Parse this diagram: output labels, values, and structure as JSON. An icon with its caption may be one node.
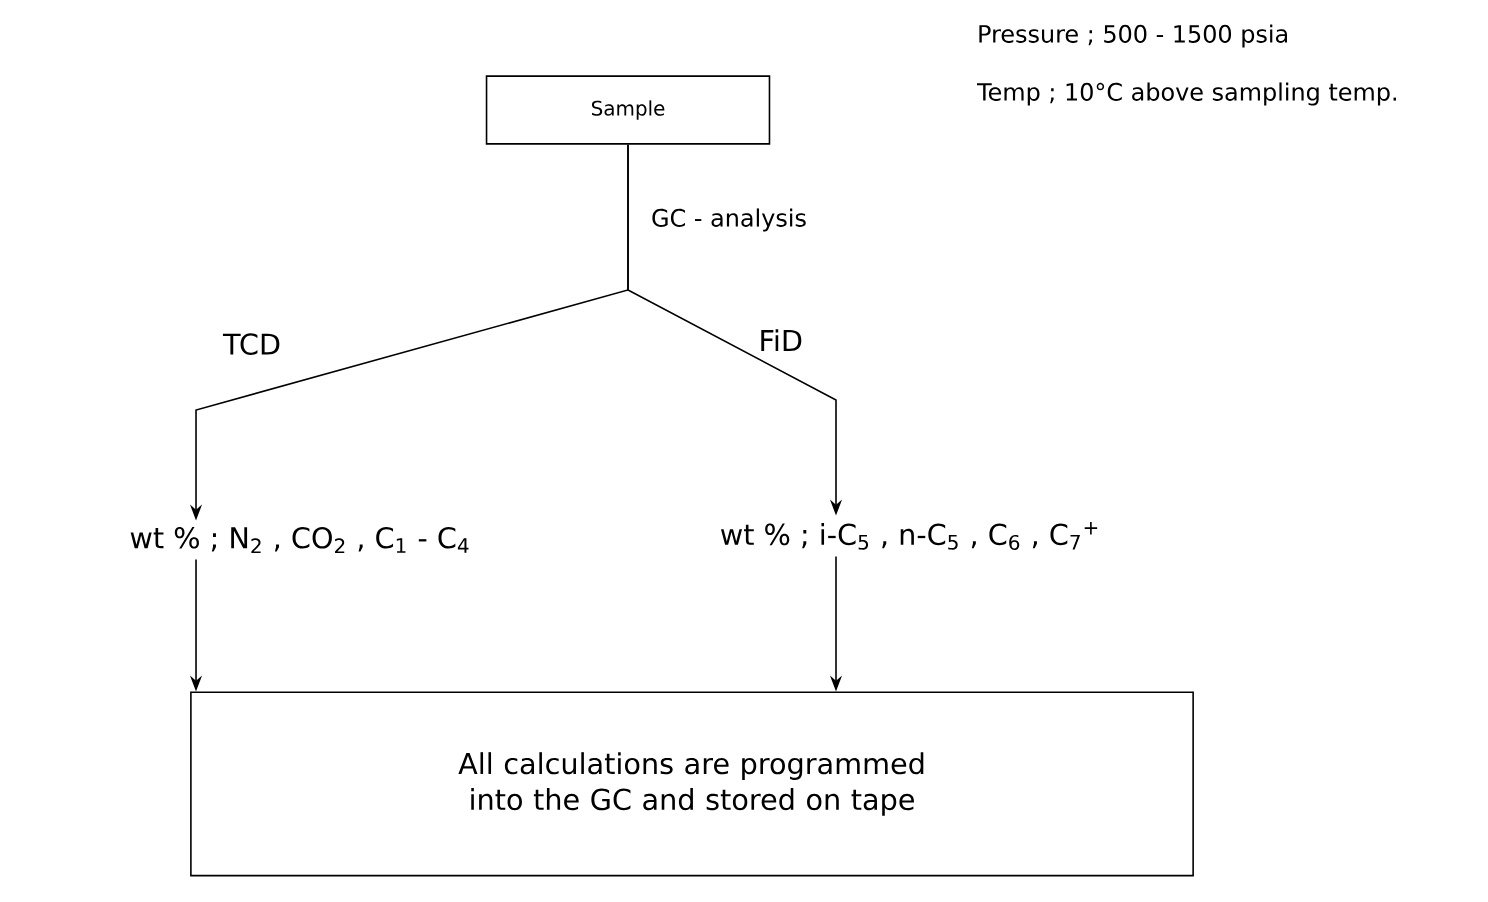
{
  "diagram": {
    "nodes": [
      {
        "text": [
          "Sample"
        ]
      },
      {
        "text": [
          "wt % ; N$_{2}$ , CO$_{2}$ , C$_{1}$ - C$_{4}$"
        ]
      },
      {
        "text": [
          "wt % ; i-C$_{5}$ , n-C$_{5}$ , C$_{6}$ , C$_{7}$$^{+}$"
        ]
      },
      {
        "text": [
          "All calculations are programmed into the GC and stored on tape"
        ]
      }
    ],
    "edges": [
      {
        "from": 0,
        "to": 1,
        "arrow": "to",
        "label": "TCD"
      },
      {
        "from": 0,
        "to": 2,
        "arrow": "to",
        "label": "FiD"
      },
      {
        "from": 1,
        "to": 3,
        "arrow": "to"
      },
      {
        "from": 2,
        "to": 3,
        "arrow": "to"
      }
    ],
    "labels": [
      "Pressure ; 500 - 1500 psia",
      "Temp ; 10°C above sampling temp.",
      "GC - analysis"
    ]
  }
}
